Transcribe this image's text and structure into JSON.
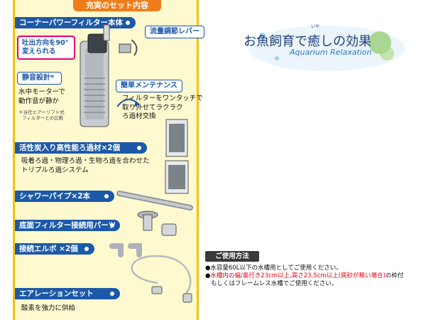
{
  "panel": {
    "title": "充実のセット内容",
    "main_product": "コーナーパワーフィルター本体",
    "outlet_note": [
      "吐出方向を90°",
      "変えられる"
    ],
    "flow_lever": "流量調節レバー",
    "quiet": {
      "label": "静音設計",
      "mark": "*",
      "desc": [
        "水中モーターで",
        "動作音が静か"
      ],
      "note": [
        "＊当社エアーリフト式",
        "フィルターとの比較"
      ]
    },
    "maintenance": {
      "label": "簡単メンテナンス",
      "desc": [
        "フィルターをワンタッチで",
        "取り外せてラクラク",
        "ろ過材交換"
      ]
    },
    "filter_media": {
      "label": "活性炭入り高性能ろ過材×2個",
      "desc": [
        "吸着ろ過・物理ろ過・生物ろ過を合わせた",
        "トリプルろ過システム"
      ]
    },
    "shower_pipe": "シャワーパイプ×2本",
    "bottom_parts": "底面フィルター接続用パーツ",
    "elbow": "接続エルボ ×2個",
    "aeration": {
      "label": "エアレーションセット",
      "desc": "酸素を強力に供給"
    }
  },
  "logo": {
    "title": "お魚飼育で癒しの効果",
    "ruby": "いや",
    "subtitle": "Aquarium Relaxation"
  },
  "usage": {
    "label": "ご使用方法",
    "line1": "水容量60L以下の水槽用としてご使用ください。",
    "line2_red": "水槽内の幅/奥行き23cm以上,高さ23.5cm以上(底砂が無い場合)",
    "line2_black": "の枠付",
    "line3": "もしくはフレームレス水槽でご使用ください。",
    "bullet": "●"
  },
  "colors": {
    "panel_bg": "#fff9cf",
    "panel_border": "#f2c200",
    "title_orange": "#ef7e1a",
    "label_blue": "#1c59a8",
    "note_pink": "#e4007f",
    "warning_red": "#e60012"
  }
}
